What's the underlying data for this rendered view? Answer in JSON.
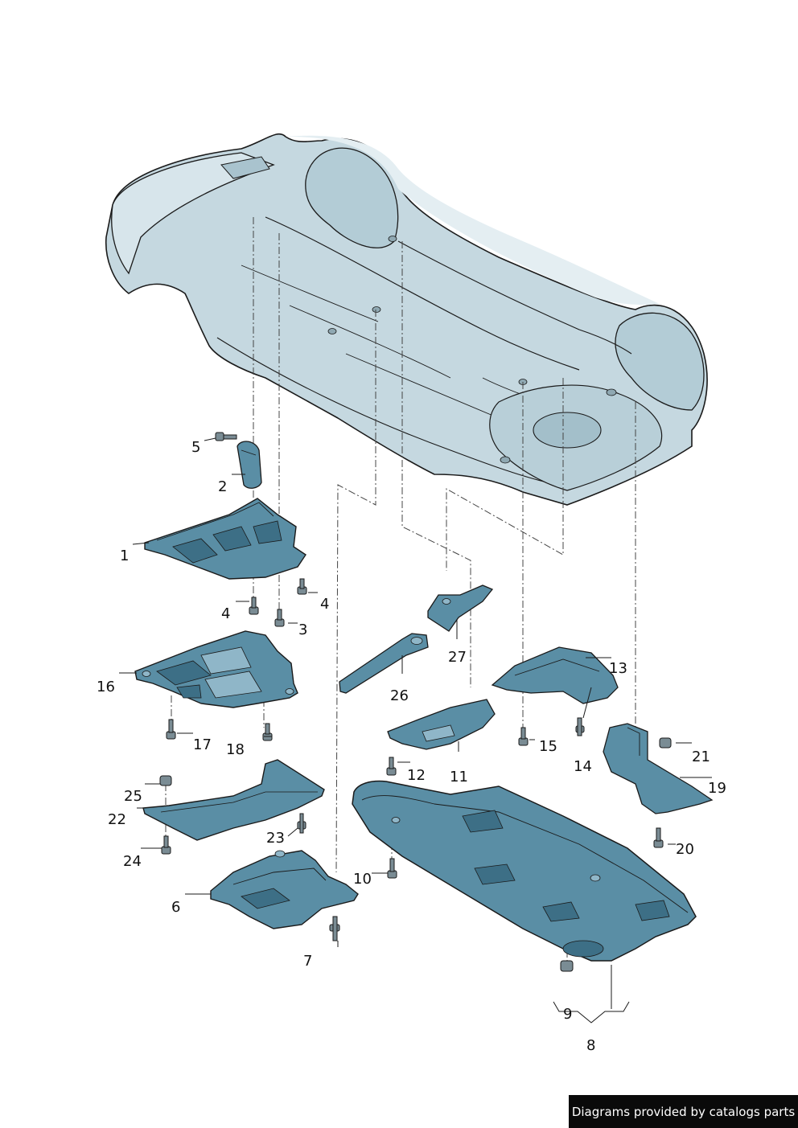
{
  "callouts": {
    "c1": "1",
    "c2": "2",
    "c3": "3",
    "c4a": "4",
    "c4b": "4",
    "c5": "5",
    "c6": "6",
    "c7": "7",
    "c8": "8",
    "c9": "9",
    "c10": "10",
    "c11": "11",
    "c12": "12",
    "c13": "13",
    "c14": "14",
    "c15": "15",
    "c16": "16",
    "c17": "17",
    "c18": "18",
    "c19": "19",
    "c20": "20",
    "c21": "21",
    "c22": "22",
    "c23": "23",
    "c24": "24",
    "c25": "25",
    "c26": "26",
    "c27": "27"
  },
  "credit": "Diagrams provided by catalogs parts",
  "colors": {
    "outline": "#1a1a1a",
    "body_fill": "#c5d8e0",
    "body_highlight": "#e4eef2",
    "panel_fill": "#5a8ea5",
    "panel_dark": "#3d6f86",
    "panel_light": "#8fb6c8",
    "fastener": "#7a8c94",
    "dashline": "#444444"
  }
}
